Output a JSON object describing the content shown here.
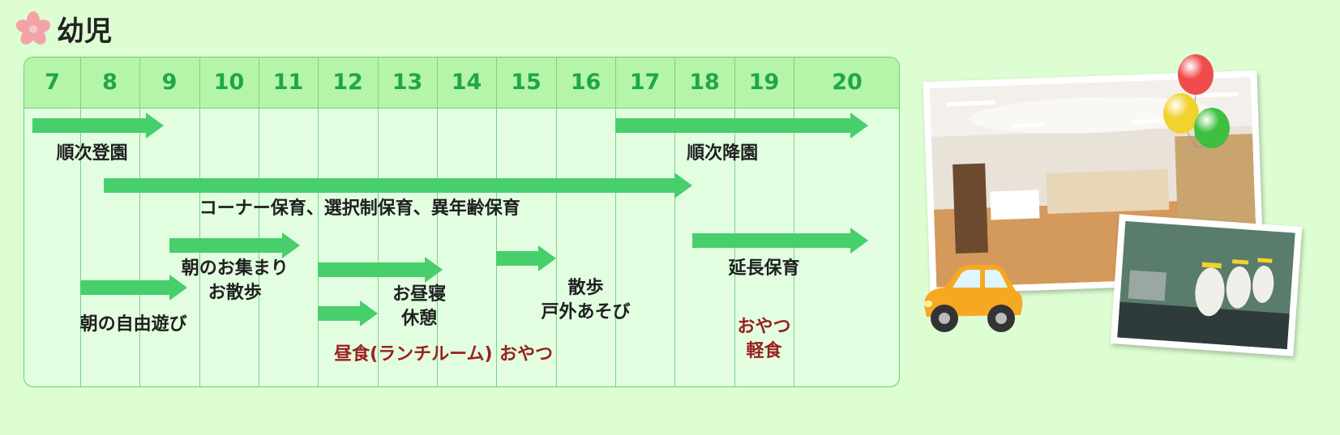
{
  "title": {
    "text": "幼児",
    "icon": "sakura-flower-icon",
    "icon_color": "#f3a3a8"
  },
  "schedule": {
    "hours": [
      "7",
      "8",
      "9",
      "10",
      "11",
      "12",
      "13",
      "14",
      "15",
      "16",
      "17",
      "18",
      "19",
      "20"
    ],
    "arrows": [
      {
        "from": 7,
        "to": 9.4
      },
      {
        "from": 17,
        "to": 20.7
      },
      {
        "from": 8.4,
        "to": 18.3
      },
      {
        "from": 9.5,
        "to": 11.7
      },
      {
        "from": 8.0,
        "to": 9.8
      },
      {
        "from": 12.0,
        "to": 14.1
      },
      {
        "from": 15.0,
        "to": 16.0
      },
      {
        "from": 12.0,
        "to": 13.0
      },
      {
        "from": 18.3,
        "to": 20.7
      }
    ],
    "labels": [
      {
        "lines": [
          "順次登園"
        ],
        "color": "dark",
        "at": 8.2,
        "row": 0
      },
      {
        "lines": [
          "順次降園"
        ],
        "color": "dark",
        "at": 18.8,
        "row": 0
      },
      {
        "lines": [
          "コーナー保育、選択制保育、異年齢保育"
        ],
        "color": "dark",
        "at": 12.7,
        "row": 1
      },
      {
        "lines": [
          "朝のお集まり",
          "お散歩"
        ],
        "color": "dark",
        "at": 10.6,
        "row": 2
      },
      {
        "lines": [
          "延長保育"
        ],
        "color": "dark",
        "at": 19.5,
        "row": 2
      },
      {
        "lines": [
          "朝の自由遊び"
        ],
        "color": "dark",
        "at": 8.9,
        "row": 3
      },
      {
        "lines": [
          "お昼寝",
          "休憩"
        ],
        "color": "dark",
        "at": 13.7,
        "row": 4
      },
      {
        "lines": [
          "散歩",
          "戸外あそび"
        ],
        "color": "dark",
        "at": 16.5,
        "row": 5
      },
      {
        "lines": [
          "おやつ",
          "軽食"
        ],
        "color": "red",
        "at": 19.5,
        "row": 6
      },
      {
        "lines": [
          "昼食(ランチルーム)"
        ],
        "color": "red",
        "at": 13.6,
        "row": 7
      },
      {
        "lines": [
          "おやつ"
        ],
        "color": "red",
        "at": 15.5,
        "row": 7
      }
    ]
  },
  "colors": {
    "arrow": "#47cf6c",
    "grid": "#7dd08a",
    "header_bg": "#b4f5a8",
    "hour_text": "#20a64a",
    "label_red": "#9a2020"
  },
  "decorations": {
    "photo_classroom": "classroom-photo",
    "photo_toilets": "children-toilets-photo",
    "car": "car-icon",
    "balloons": "balloons-icon",
    "balloon_colors": [
      "#ef4b4b",
      "#f2d22e",
      "#3fbf3f"
    ]
  }
}
